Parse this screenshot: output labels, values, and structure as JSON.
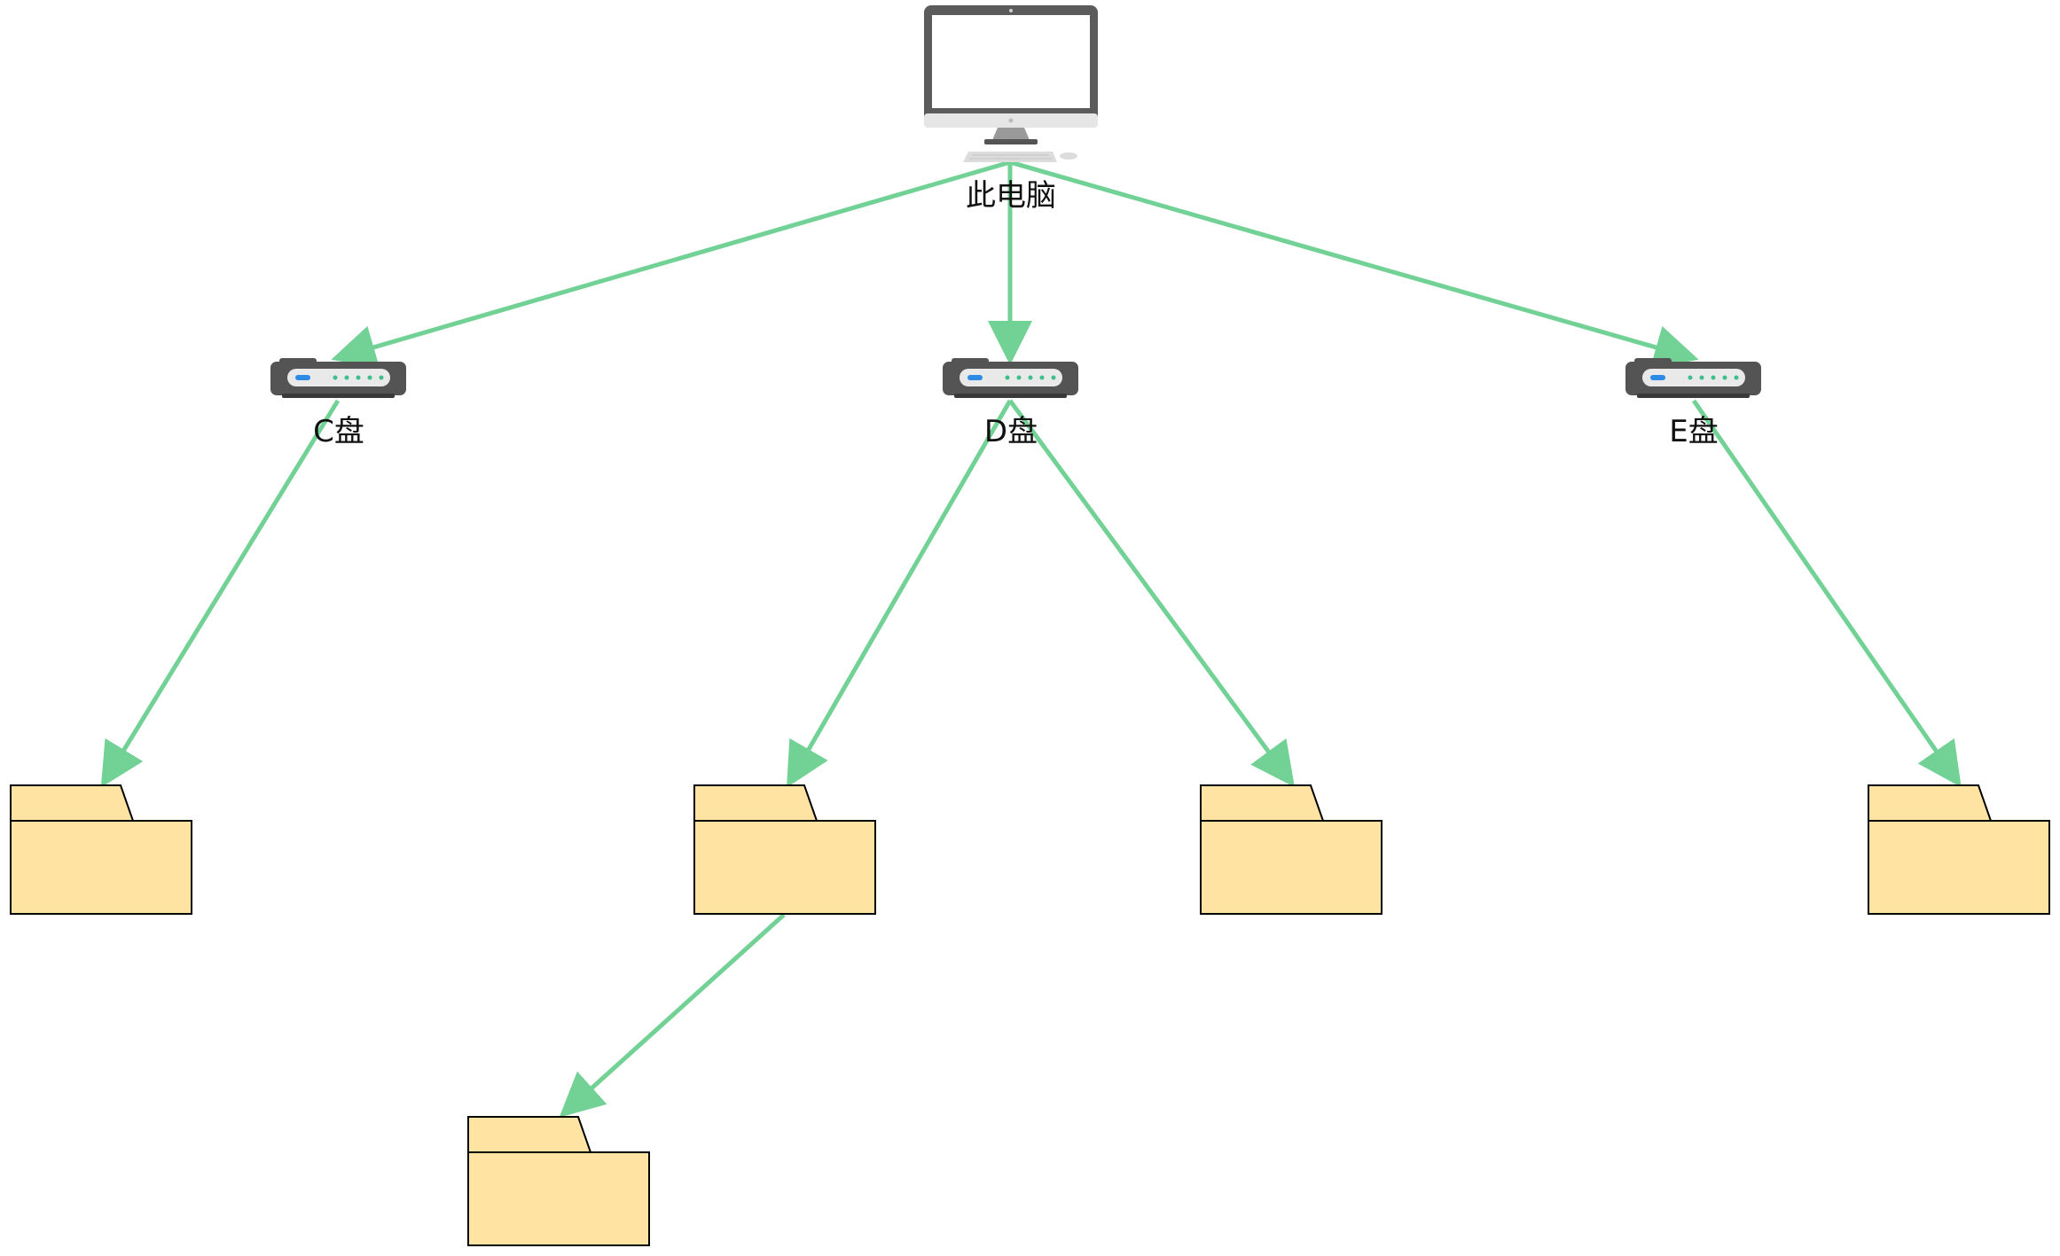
{
  "colors": {
    "edge": "#72d195",
    "folder_fill": "#ffe3a3",
    "folder_stroke": "#000000",
    "device_body": "#545454",
    "monitor_frame": "#5b5b5b",
    "led_blue": "#2d8be6",
    "led_green": "#3cbf8c"
  },
  "nodes": {
    "computer": {
      "label": "此电脑",
      "icon": "monitor-icon"
    },
    "drive_c": {
      "label": "C盘",
      "icon": "hard-drive-icon"
    },
    "drive_d": {
      "label": "D盘",
      "icon": "hard-drive-icon"
    },
    "drive_e": {
      "label": "E盘",
      "icon": "hard-drive-icon"
    },
    "folders": [
      {
        "id": "folder-c-1",
        "icon": "folder-icon"
      },
      {
        "id": "folder-d-1",
        "icon": "folder-icon"
      },
      {
        "id": "folder-d-2",
        "icon": "folder-icon"
      },
      {
        "id": "folder-e-1",
        "icon": "folder-icon"
      },
      {
        "id": "folder-d-1-1",
        "icon": "folder-icon"
      }
    ]
  },
  "edges": [
    {
      "from": "computer",
      "to": "drive_c"
    },
    {
      "from": "computer",
      "to": "drive_d"
    },
    {
      "from": "computer",
      "to": "drive_e"
    },
    {
      "from": "drive_c",
      "to": "folder-c-1"
    },
    {
      "from": "drive_d",
      "to": "folder-d-1"
    },
    {
      "from": "drive_d",
      "to": "folder-d-2"
    },
    {
      "from": "drive_e",
      "to": "folder-e-1"
    },
    {
      "from": "folder-d-1",
      "to": "folder-d-1-1"
    }
  ]
}
